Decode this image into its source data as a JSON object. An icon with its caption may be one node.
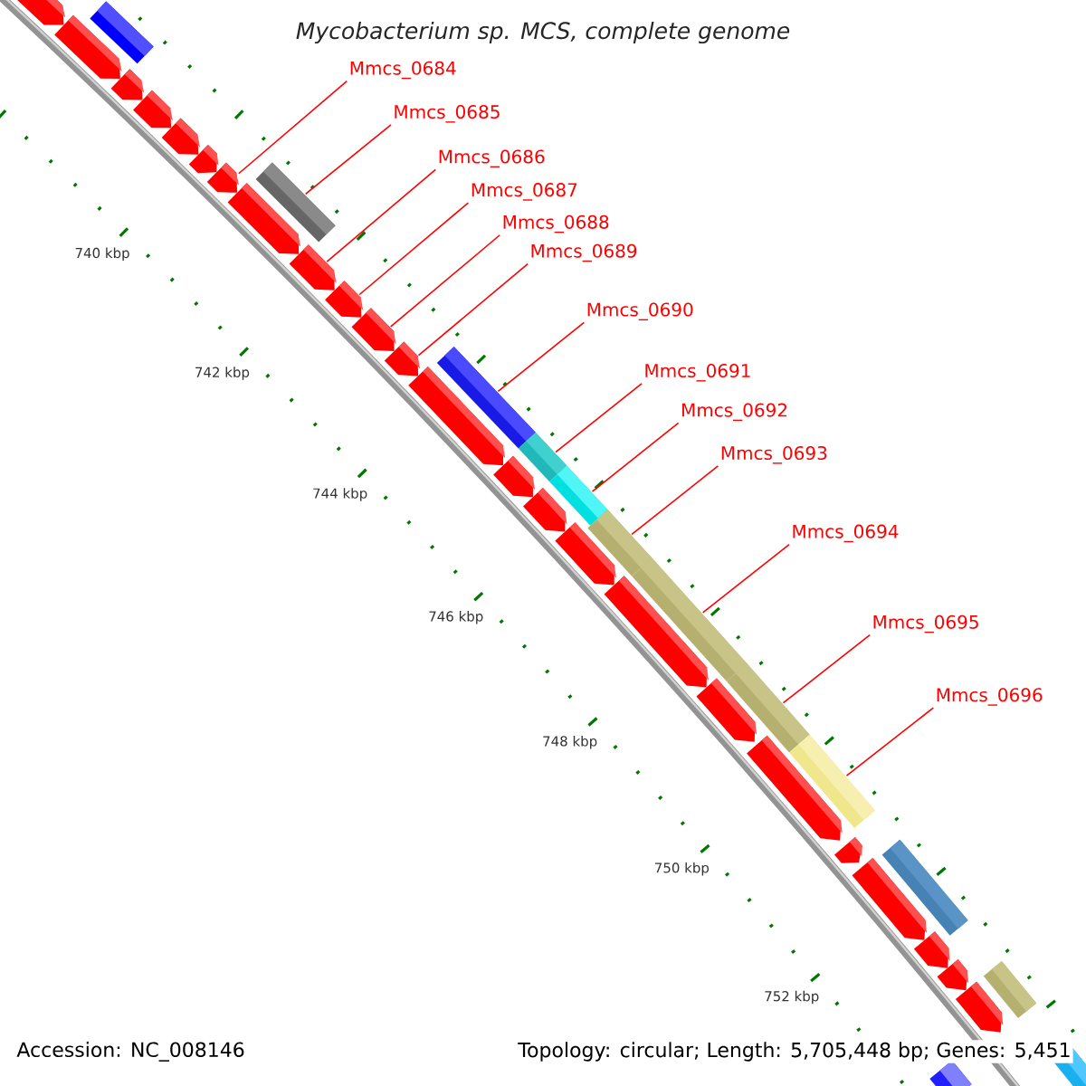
{
  "diagram": {
    "title": "Mycobacterium sp. MCS, complete genome",
    "nodes": [
      {
        "text": [
          "Mmcs_0684"
        ]
      },
      {
        "text": [
          "Mmcs_0685"
        ]
      },
      {
        "text": [
          "Mmcs_0686"
        ]
      },
      {
        "text": [
          "Mmcs_0687"
        ]
      },
      {
        "text": [
          "Mmcs_0688"
        ]
      },
      {
        "text": [
          "Mmcs_0689"
        ]
      },
      {
        "text": [
          "Mmcs_0690"
        ]
      },
      {
        "text": [
          "Mmcs_0691"
        ]
      },
      {
        "text": [
          "Mmcs_0692"
        ]
      },
      {
        "text": [
          "Mmcs_0693"
        ]
      },
      {
        "text": [
          "Mmcs_0694"
        ]
      },
      {
        "text": [
          "Mmcs_0695"
        ]
      },
      {
        "text": [
          "Mmcs_0696"
        ]
      },
      {
        "text": [],
        "shape": "arrow"
      },
      {
        "text": [],
        "shape": "arrow"
      },
      {
        "text": [],
        "shape": "bar"
      },
      {
        "text": [],
        "shape": "arrow"
      },
      {
        "text": [],
        "shape": "arrow"
      },
      {
        "text": [],
        "shape": "arrow"
      },
      {
        "text": [],
        "shape": "arrow"
      },
      {
        "text": [],
        "shape": "arrow"
      },
      {
        "text": [],
        "shape": "arrow"
      },
      {
        "text": [],
        "shape": "bar"
      },
      {
        "text": [],
        "shape": "arrow"
      },
      {
        "text": [],
        "shape": "arrow"
      },
      {
        "text": [],
        "shape": "arrow"
      },
      {
        "text": [],
        "shape": "arrow"
      },
      {
        "text": [],
        "shape": "arrow"
      },
      {
        "text": [],
        "shape": "bar"
      },
      {
        "text": [],
        "shape": "bar"
      },
      {
        "text": [],
        "shape": "arrow"
      },
      {
        "text": [],
        "shape": "arrow"
      },
      {
        "text": [],
        "shape": "bar"
      },
      {
        "text": [],
        "shape": "arrow"
      },
      {
        "text": [],
        "shape": "bar"
      },
      {
        "text": [],
        "shape": "arrow"
      },
      {
        "text": [],
        "shape": "bar"
      },
      {
        "text": [],
        "shape": "arrow"
      },
      {
        "text": [],
        "shape": "bar"
      },
      {
        "text": [],
        "shape": "arrow"
      },
      {
        "text": [],
        "shape": "bar"
      },
      {
        "text": [],
        "shape": "arrow"
      },
      {
        "text": [],
        "shape": "arrow"
      },
      {
        "text": [],
        "shape": "bar"
      },
      {
        "text": [],
        "shape": "arrow"
      },
      {
        "text": [],
        "shape": "arrow"
      },
      {
        "text": [],
        "shape": "arrow"
      },
      {
        "text": [],
        "shape": "bar"
      },
      {
        "text": [],
        "shape": "bar"
      },
      {
        "text": [],
        "shape": "bar"
      }
    ],
    "edges": [
      {
        "from": 0,
        "to": 20,
        "arrow": "none"
      },
      {
        "from": 1,
        "to": 22,
        "arrow": "none"
      },
      {
        "from": 2,
        "to": 23,
        "arrow": "none"
      },
      {
        "from": 3,
        "to": 24,
        "arrow": "none"
      },
      {
        "from": 4,
        "to": 25,
        "arrow": "none"
      },
      {
        "from": 5,
        "to": 26,
        "arrow": "none"
      },
      {
        "from": 6,
        "to": 28,
        "arrow": "none"
      },
      {
        "from": 7,
        "to": 29,
        "arrow": "none"
      },
      {
        "from": 8,
        "to": 32,
        "arrow": "none"
      },
      {
        "from": 9,
        "to": 34,
        "arrow": "none"
      },
      {
        "from": 10,
        "to": 36,
        "arrow": "none"
      },
      {
        "from": 11,
        "to": 38,
        "arrow": "none"
      },
      {
        "from": 12,
        "to": 40,
        "arrow": "none"
      }
    ],
    "labels": [
      "740 kbp",
      "742 kbp",
      "744 kbp",
      "746 kbp",
      "748 kbp",
      "750 kbp",
      "752 kbp",
      "Accession: NC_008146",
      "Topology: circular; Length: 5,705,448 bp; Genes: 5,451"
    ]
  }
}
